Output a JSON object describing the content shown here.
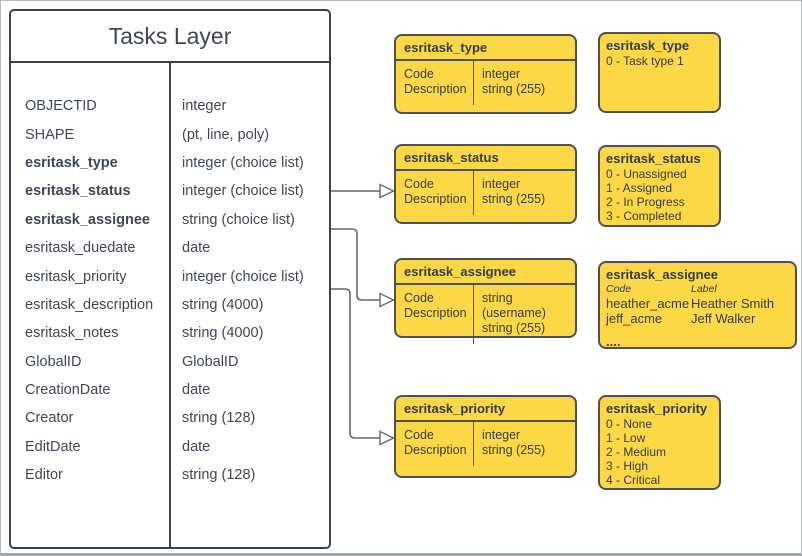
{
  "colors": {
    "box_fill_yellow": "#fcd846",
    "box_border": "#4d5156",
    "entity_border": "#3e434a",
    "text": "#3f4754",
    "connector": "#636970",
    "page_border": "#b6babe"
  },
  "tasks_layer": {
    "title": "Tasks Layer",
    "fields": [
      {
        "name": "OBJECTID",
        "type": "integer"
      },
      {
        "name": "SHAPE",
        "type": "(pt, line, poly)"
      },
      {
        "name": "esritask_type",
        "type": "integer (choice list)"
      },
      {
        "name": "esritask_status",
        "type": "integer (choice list)"
      },
      {
        "name": "esritask_assignee",
        "type": "string (choice list)"
      },
      {
        "name": "esritask_duedate",
        "type": "date"
      },
      {
        "name": "esritask_priority",
        "type": "integer (choice list)"
      },
      {
        "name": "esritask_description",
        "type": "string (4000)"
      },
      {
        "name": "esritask_notes",
        "type": "string (4000)"
      },
      {
        "name": "GlobalID",
        "type": "GlobalID"
      },
      {
        "name": "CreationDate",
        "type": "date"
      },
      {
        "name": "Creator",
        "type": "string (128)"
      },
      {
        "name": "EditDate",
        "type": "date"
      },
      {
        "name": "Editor",
        "type": "string (128)"
      }
    ]
  },
  "field_tables": [
    {
      "title": "esritask_type",
      "col1": [
        "Code",
        "Description"
      ],
      "col2": [
        "integer",
        "string (255)"
      ]
    },
    {
      "title": "esritask_status",
      "col1": [
        "Code",
        "Description"
      ],
      "col2": [
        "integer",
        "string (255)"
      ]
    },
    {
      "title": "esritask_assignee",
      "col1": [
        "Code",
        "Description"
      ],
      "col2": [
        "string (username)",
        "string (255)"
      ]
    },
    {
      "title": "esritask_priority",
      "col1": [
        "Code",
        "Description"
      ],
      "col2": [
        "integer",
        "string (255)"
      ]
    }
  ],
  "domain_lists": [
    {
      "title": "esritask_type",
      "items": [
        "0 - Task type 1"
      ]
    },
    {
      "title": "esritask_status",
      "items": [
        "0 - Unassigned",
        "1 - Assigned",
        "2 - In Progress",
        "3 - Completed"
      ]
    },
    {
      "title": "esritask_assignee",
      "col_headers": [
        "Code",
        "Label"
      ],
      "rows": [
        [
          "heather_acme",
          "Heather Smith"
        ],
        [
          "jeff_acme",
          "Jeff Walker"
        ]
      ],
      "ellipsis": "...."
    },
    {
      "title": "esritask_priority",
      "items": [
        "0 - None",
        "1 - Low",
        "2 - Medium",
        "3 - High",
        "4 - Critical"
      ]
    }
  ],
  "connectors": [
    {
      "from": "Tasks Layer / esritask_status",
      "to": "esritask_status field table"
    },
    {
      "from": "Tasks Layer / esritask_assignee",
      "to": "esritask_assignee field table"
    },
    {
      "from": "Tasks Layer / esritask_priority",
      "to": "esritask_priority field table"
    }
  ]
}
